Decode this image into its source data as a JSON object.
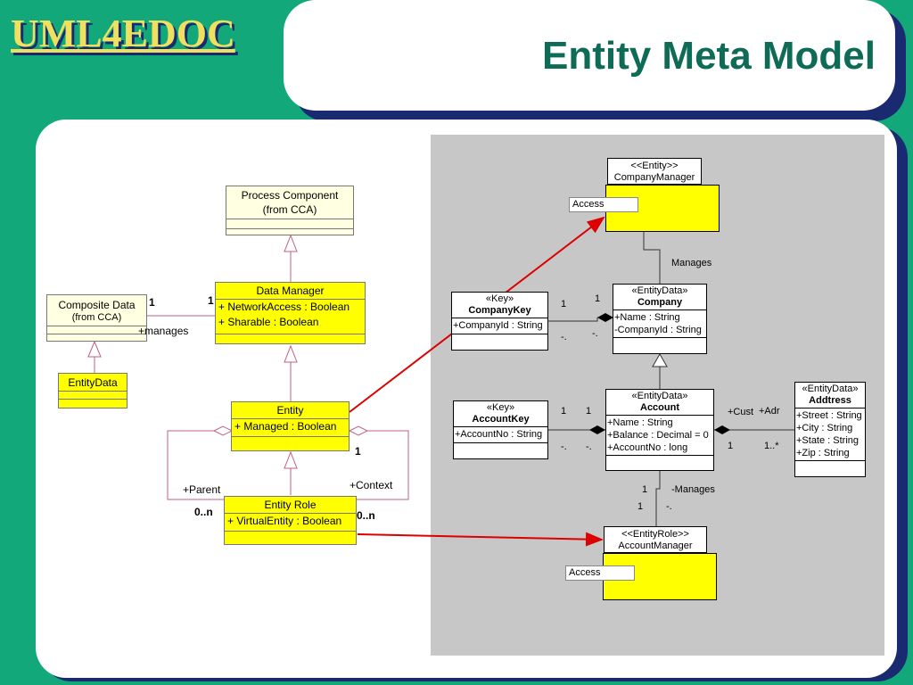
{
  "header": {
    "logo": "UML4EDOC",
    "title": "Entity Meta Model"
  },
  "left": {
    "process_component": {
      "name": "Process Component",
      "from": "(from CCA)"
    },
    "composite_data": {
      "name": "Composite Data",
      "from": "(from CCA)"
    },
    "entity_data": {
      "name": "EntityData"
    },
    "data_manager": {
      "name": "Data Manager",
      "attrs": [
        "+ NetworkAccess : Boolean",
        "+ Sharable : Boolean"
      ]
    },
    "entity": {
      "name": "Entity",
      "attrs": [
        "+ Managed : Boolean"
      ]
    },
    "entity_role": {
      "name": "Entity Role",
      "attrs": [
        "+ VirtualEntity : Boolean"
      ]
    },
    "labels": {
      "mult_1a": "1",
      "mult_1b": "1",
      "manages": "+manages",
      "mult_1c": "1",
      "context": "+Context",
      "parent": "+Parent",
      "mult_0n_a": "0..n",
      "mult_0n_b": "0..n"
    }
  },
  "right": {
    "company_manager": {
      "stereo": "<<Entity>>",
      "name": "CompanyManager",
      "access": "Access"
    },
    "manages_label": "Manages",
    "company_key": {
      "stereo": "«Key»",
      "name": "CompanyKey",
      "attrs": [
        "+CompanyId : String"
      ]
    },
    "company": {
      "stereo": "«EntityData»",
      "name": "Company",
      "attrs": [
        "+Name : String",
        "-CompanyId : String"
      ]
    },
    "account_key": {
      "stereo": "«Key»",
      "name": "AccountKey",
      "attrs": [
        "+AccountNo : String"
      ]
    },
    "account": {
      "stereo": "«EntityData»",
      "name": "Account",
      "attrs": [
        "+Name : String",
        "+Balance : Decimal = 0",
        "+AccountNo : long"
      ]
    },
    "address": {
      "stereo": "«EntityData»",
      "name": "Addtress",
      "attrs": [
        "+Street : String",
        "+City : String",
        "+State : String",
        "+Zip : String"
      ]
    },
    "account_manager": {
      "stereo": "<<EntityRole>>",
      "name": "AccountManager",
      "access": "Access"
    },
    "labels": {
      "ck_1": "1",
      "co_1": "1",
      "ck_dot": "-.",
      "co_dot": "-.",
      "ak_1": "1",
      "ac_1": "1",
      "ak_dot": "-.",
      "ac_dot": "-.",
      "cust": "+Cust",
      "adr": "+Adr",
      "cust_1": "1",
      "adr_mult": "1..*",
      "am_1": "1",
      "am_manages": "-Manages",
      "am_1b": "1",
      "am_dot": "-."
    }
  },
  "colors": {
    "background": "#12a87a",
    "logo": "#f0e060",
    "title": "#0e6b55",
    "arrow": "#dd0000",
    "class_fill": "#ffff00"
  }
}
